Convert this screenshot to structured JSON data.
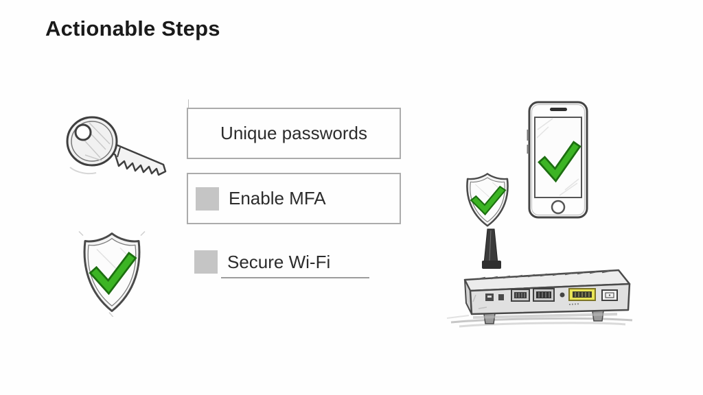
{
  "title": "Actionable Steps",
  "checklist": {
    "items": [
      {
        "label": "Unique passwords",
        "boxed": true,
        "has_checkbox": false
      },
      {
        "label": "Enable MFA",
        "boxed": true,
        "has_checkbox": true
      },
      {
        "label": "Secure Wi-Fi",
        "boxed": false,
        "has_checkbox": true,
        "underlined": true
      }
    ]
  },
  "illustrations": [
    {
      "name": "key-icon",
      "position": "left-top"
    },
    {
      "name": "shield-check-icon",
      "position": "left-bottom"
    },
    {
      "name": "shield-check-icon",
      "position": "right-on-router-antenna"
    },
    {
      "name": "smartphone-check-icon",
      "position": "right-top"
    },
    {
      "name": "wifi-router-icon",
      "position": "right-bottom",
      "detail": "yellow WAN port highlighted"
    }
  ],
  "colors": {
    "background": "#fefefe",
    "title_text": "#1a1a1a",
    "item_text": "#2c2c2c",
    "box_border": "#ababab",
    "checkbox_fill": "#c5c5c5",
    "underline": "#9c9c9c",
    "check_green": "#3cb424",
    "check_green_dark": "#1c6e10",
    "sketch_stroke": "#454545",
    "router_yellow_port": "#e9e457"
  }
}
